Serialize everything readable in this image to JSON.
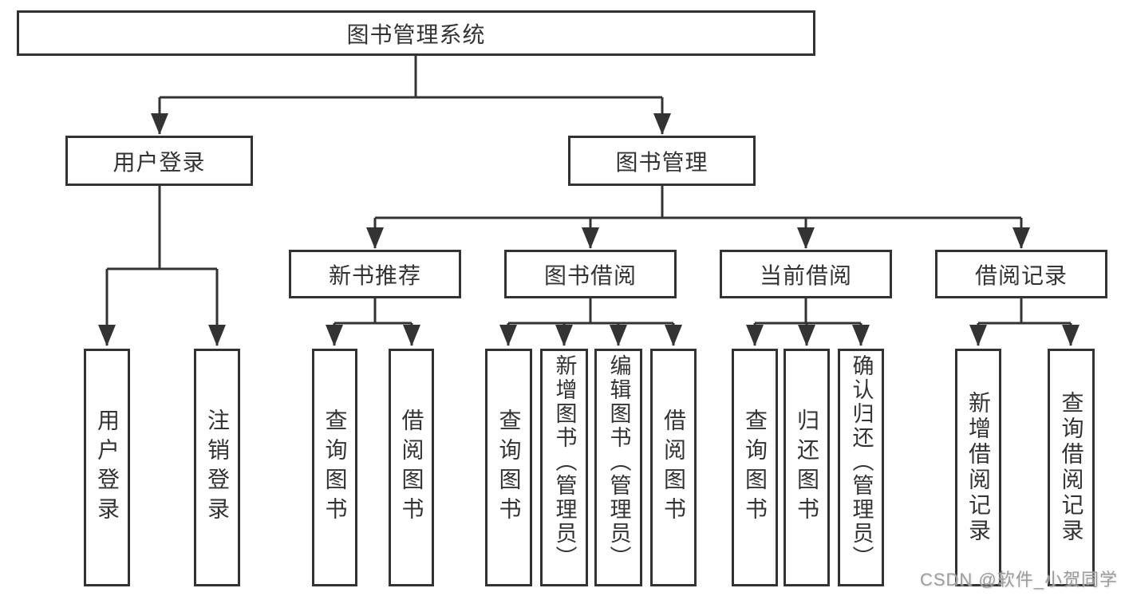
{
  "diagram_title": "图书管理系统",
  "nodes": {
    "root": {
      "label": "图书管理系统"
    },
    "level2": {
      "user_login": {
        "label": "用户登录"
      },
      "book_mgmt": {
        "label": "图书管理"
      }
    },
    "level3": {
      "new_book": {
        "label": "新书推荐"
      },
      "borrow": {
        "label": "图书借阅"
      },
      "current": {
        "label": "当前借阅"
      },
      "records": {
        "label": "借阅记录"
      }
    },
    "leaves": {
      "user_login": {
        "login": "用户登录",
        "logout": "注销登录"
      },
      "new_book": {
        "query": "查询图书",
        "borrow": "借阅图书"
      },
      "borrow": {
        "query": "查询图书",
        "add": "新增图书（管理员）",
        "edit": "编辑图书（管理员）",
        "borrow": "借阅图书"
      },
      "current": {
        "query": "查询图书",
        "return": "归还图书",
        "confirm": "确认归还（管理员）"
      },
      "records": {
        "add": "新增借阅记录",
        "query": "查询借阅记录"
      }
    }
  },
  "watermark": "CSDN @软件_小贺同学",
  "colors": {
    "background": "#ffffff",
    "line": "#333333",
    "box_border": "#333333",
    "text": "#333333",
    "watermark_text": "#9c9c9c"
  }
}
